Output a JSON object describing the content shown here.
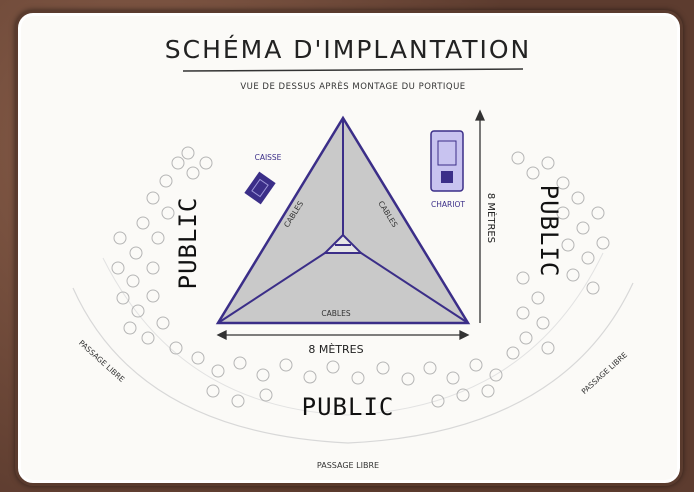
{
  "title": "SCHÉMA D'IMPLANTATION",
  "subtitle": "VUE DE DESSUS APRÈS MONTAGE DU PORTIQUE",
  "labels": {
    "public_left": "PUBLIC",
    "public_right": "PUBLIC",
    "public_bottom": "PUBLIC",
    "caisse": "CAISSE",
    "chariot": "CHARIOT",
    "cables_left": "CABLES",
    "cables_right": "CABLES",
    "cables_bottom": "CABLES",
    "width_dimension": "8 MÈTRES",
    "height_dimension": "8 MÈTRES",
    "passage_left": "PASSAGE LIBRE",
    "passage_right": "PASSAGE LIBRE",
    "passage_bottom": "PASSAGE LIBRE"
  },
  "colors": {
    "ink": "#222222",
    "blue": "#3b2e88",
    "triangle_fill": "#c9c9c9",
    "frame": "#5a3b2e"
  }
}
